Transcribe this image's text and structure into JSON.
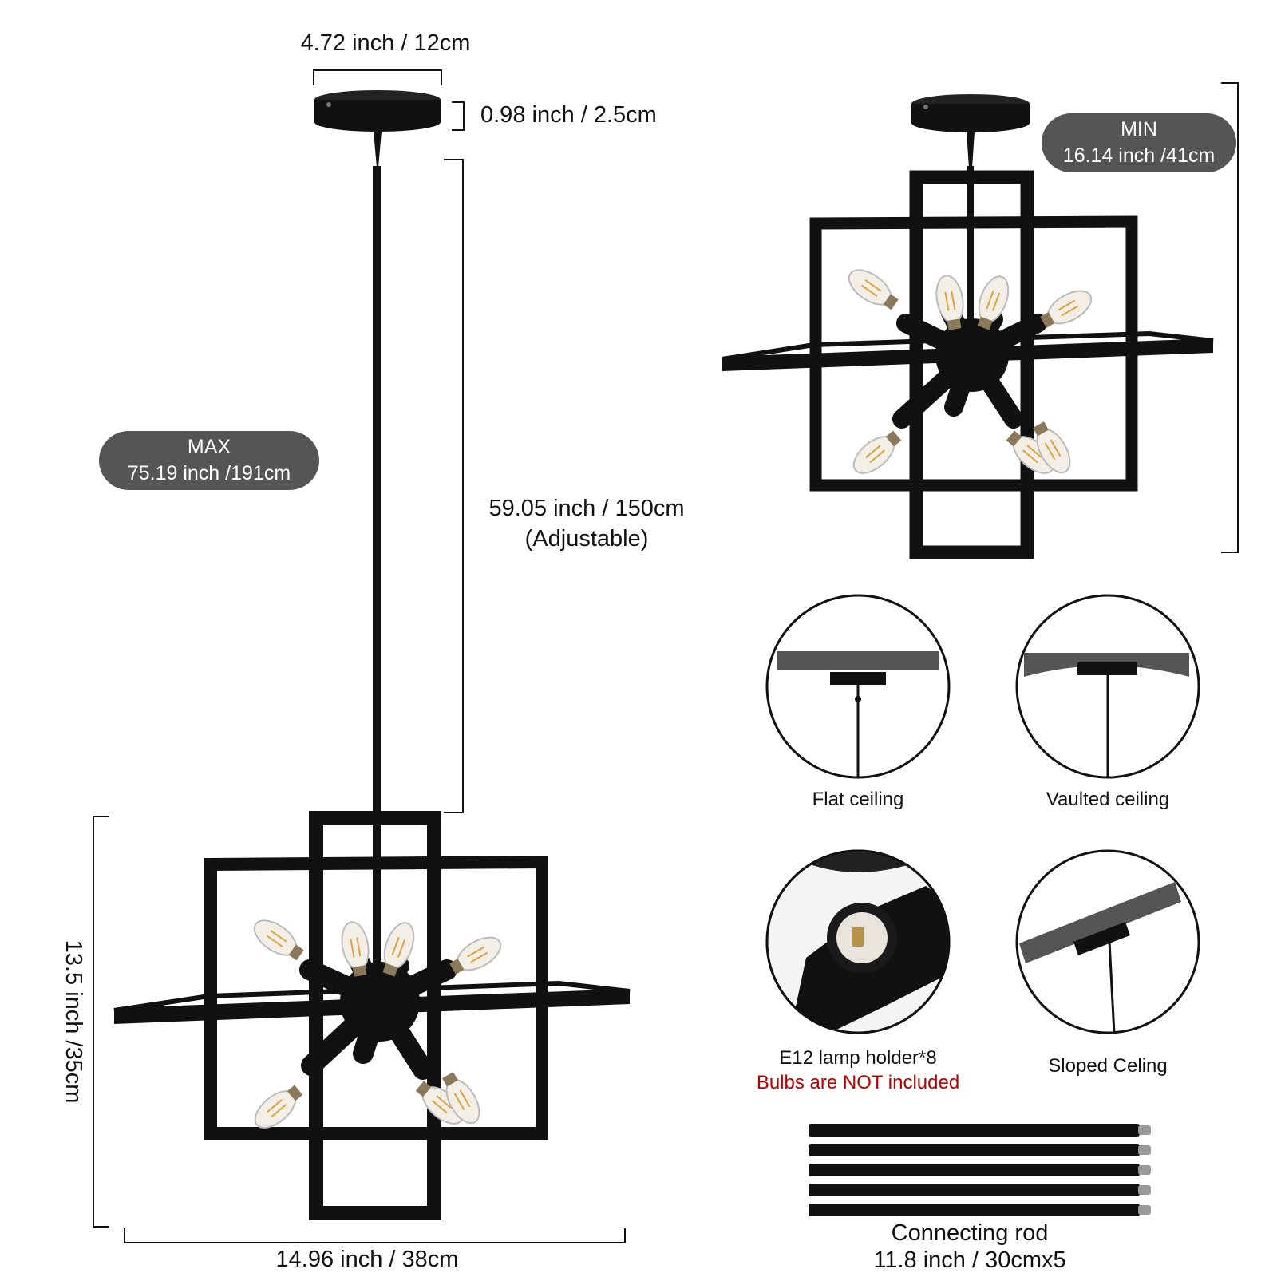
{
  "dimensions": {
    "canopy_width": "4.72 inch / 12cm",
    "canopy_height": "0.98 inch / 2.5cm",
    "rod_length": "59.05 inch / 150cm",
    "rod_note": "(Adjustable)",
    "max": {
      "label": "MAX",
      "value": "75.19 inch /191cm"
    },
    "min": {
      "label": "MIN",
      "value": "16.14 inch /41cm"
    },
    "height": "13.5 inch /35cm",
    "width": "14.96 inch / 38cm"
  },
  "features": {
    "flat": "Flat ceiling",
    "vaulted": "Vaulted ceiling",
    "lamp_holder": "E12 lamp holder*8",
    "bulbs_note": "Bulbs are NOT included",
    "sloped": "Sloped Celing"
  },
  "rods": {
    "title": "Connecting rod",
    "spec": "11.8 inch / 30cmx5"
  },
  "colors": {
    "metal": "#111111",
    "pill": "#555555",
    "warning": "#b00000"
  }
}
